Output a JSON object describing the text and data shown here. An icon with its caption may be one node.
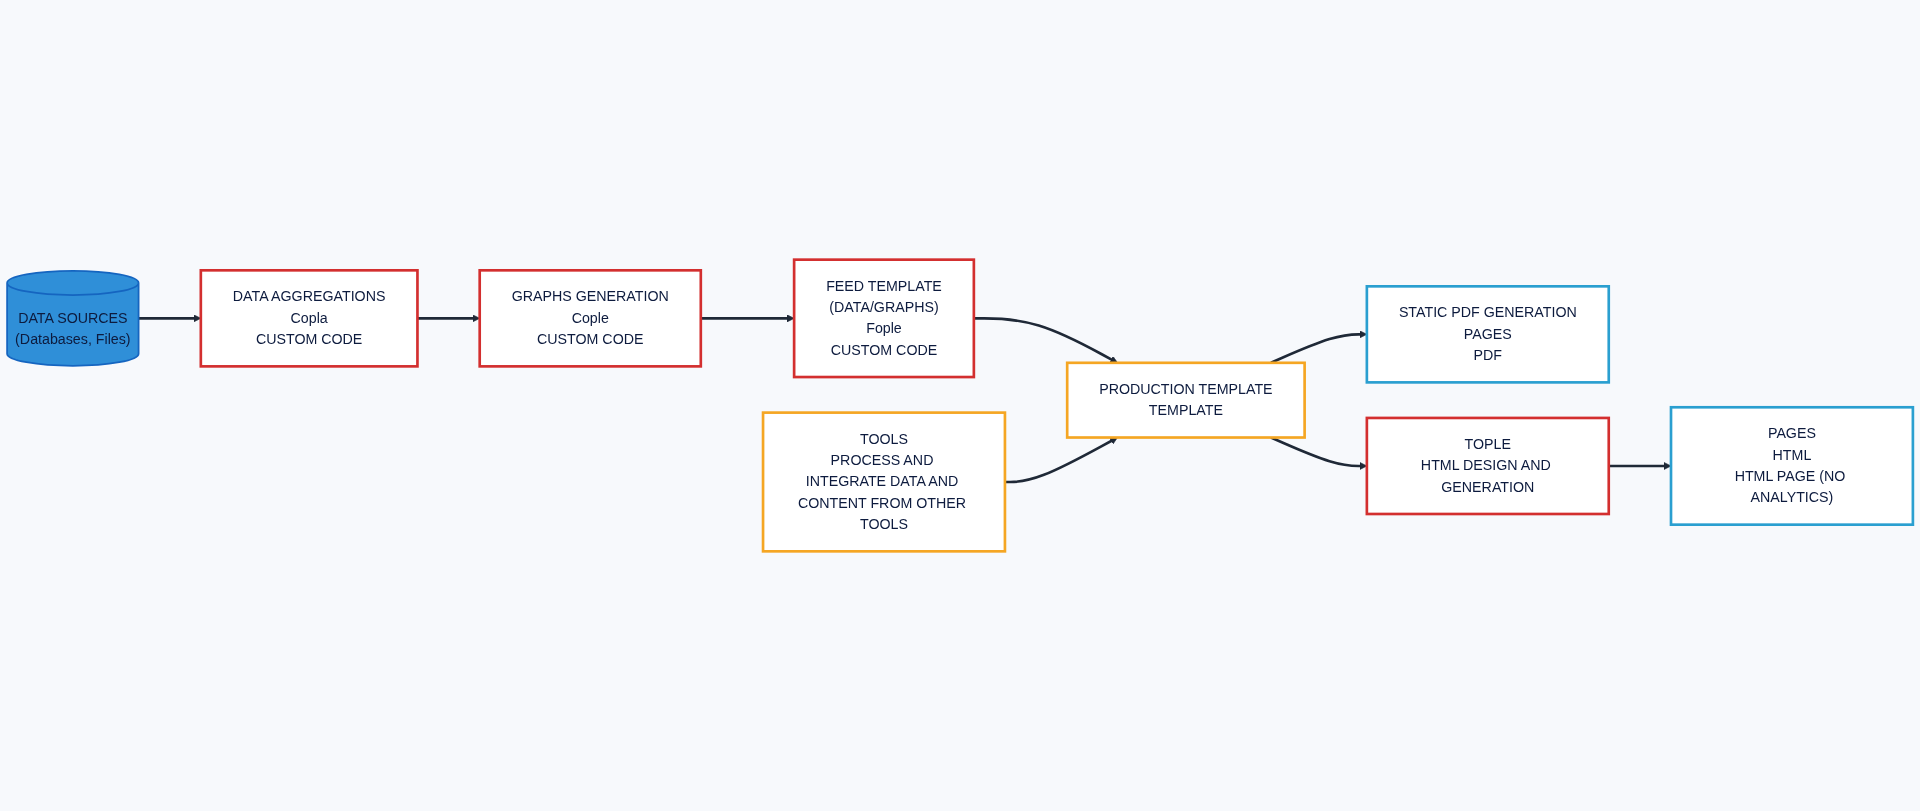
{
  "diagram": {
    "nodes": [
      {
        "text": [
          "DATA SOURCES",
          "(Databases, Files)"
        ]
      },
      {
        "text": [
          "DATA AGGREGATIONS",
          "Copla",
          "CUSTOM CODE"
        ]
      },
      {
        "text": [
          "GRAPHS GENERATION",
          "Cople",
          "CUSTOM CODE"
        ]
      },
      {
        "text": [
          "FEED TEMPLATE",
          "(DATA/GRAPHS)",
          "Fople",
          "CUSTOM CODE"
        ]
      },
      {
        "text": [
          "TOOLS",
          "PROCESS AND INTEGRATE DATA AND CONTENT FROM OTHER TOOLS"
        ]
      },
      {
        "text": [
          "PRODUCTION TEMPLATE",
          "TEMPLATE"
        ]
      },
      {
        "text": [
          "STATIC PDF GENERATION",
          "PAGES",
          "PDF"
        ]
      },
      {
        "text": [
          "TOPLE",
          "HTML DESIGN AND GENERATION"
        ]
      },
      {
        "text": [
          "PAGES",
          "HTML",
          "HTML PAGE (NO ANALYTICS)"
        ]
      }
    ],
    "edges": [
      {
        "from": 0,
        "to": 1,
        "arrow": "to"
      },
      {
        "from": 1,
        "to": 2,
        "arrow": "to"
      },
      {
        "from": 2,
        "to": 3,
        "arrow": "to"
      },
      {
        "from": 3,
        "to": 5,
        "arrow": "to"
      },
      {
        "from": 4,
        "to": 5,
        "arrow": "to"
      },
      {
        "from": 5,
        "to": 6,
        "arrow": "to"
      },
      {
        "from": 5,
        "to": 7,
        "arrow": "to"
      },
      {
        "from": 7,
        "to": 8,
        "arrow": "to"
      }
    ]
  }
}
